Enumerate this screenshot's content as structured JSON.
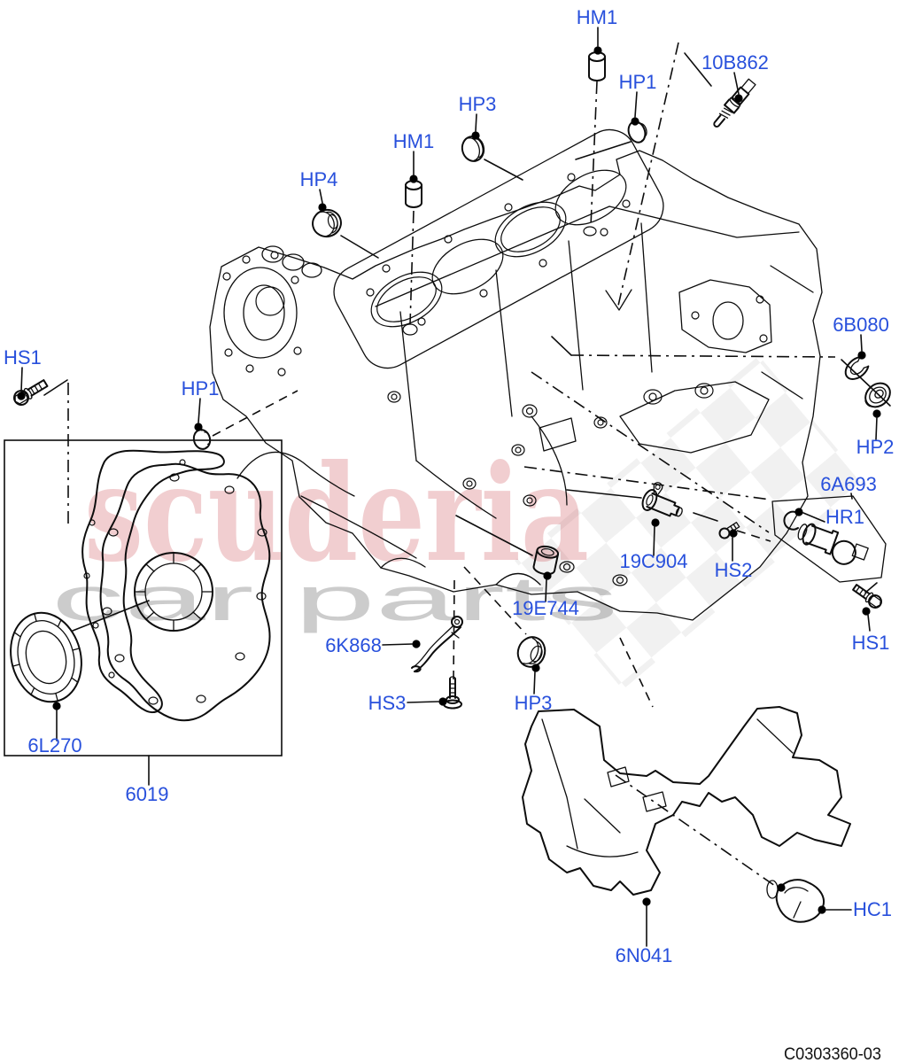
{
  "diagram": {
    "drawing_number": "C0303360-03",
    "background_color": "#ffffff",
    "line_color": "#0d0d0d",
    "callout_color": "#2850dc"
  },
  "watermark": {
    "brand": "scuderia",
    "tagline": "car parts",
    "brand_color": "#c9404a",
    "tagline_color": "#8f8f8f",
    "checker_color": "#e7e7e7"
  },
  "callouts": {
    "hm1_top": "HM1",
    "sensor_10b862": "10B862",
    "hp1_top": "HP1",
    "hp3_top": "HP3",
    "hm1_left": "HM1",
    "hp4": "HP4",
    "hs1_top_left": "HS1",
    "hp1_left": "HP1",
    "seal_6b080": "6B080",
    "hp2": "HP2",
    "sensor_6a693": "6A693",
    "hr1": "HR1",
    "sensor_19c904": "19C904",
    "hs2": "HS2",
    "sleeve_19e744": "19E744",
    "hs1_right": "HS1",
    "bracket_6k868": "6K868",
    "hs3": "HS3",
    "hp3_bottom": "HP3",
    "seal_6l270": "6L270",
    "cover_6019": "6019",
    "hc1": "HC1",
    "shield_6n041": "6N041"
  }
}
